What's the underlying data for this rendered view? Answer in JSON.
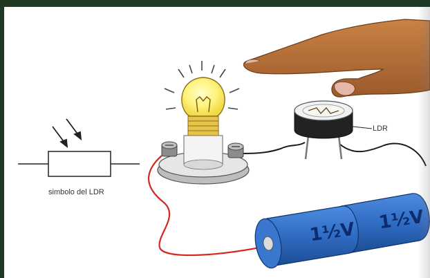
{
  "symbol_caption": "simbolo del LDR",
  "ldr_label": "LDR",
  "batteries": [
    {
      "voltage_label": "1½V"
    },
    {
      "voltage_label": "1½V"
    }
  ],
  "colors": {
    "frame": "#1f3a22",
    "bulb_glow": "#fff27a",
    "battery_blue": "#2f6cc3",
    "red_wire": "#d8261e",
    "black_wire": "#1a1a1a",
    "skin": "#b8703a"
  }
}
